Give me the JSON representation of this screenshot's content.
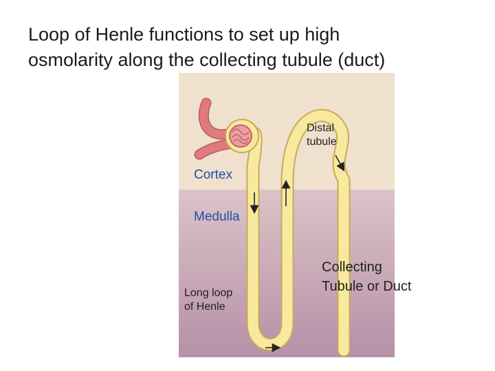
{
  "title": {
    "line1": "Loop of Henle functions to set up high",
    "line2": "osmolarity along the collecting tubule (duct)"
  },
  "labels": {
    "distal_tubule": [
      "Distal",
      "tubule"
    ],
    "cortex": "Cortex",
    "medulla": "Medulla",
    "long_loop": [
      "Long loop",
      "of Henle"
    ],
    "collecting_duct": [
      "Collecting",
      "Tubule or Duct"
    ]
  },
  "colors": {
    "cortex_bg": "#efe1cd",
    "medulla_top": "#dcc3c8",
    "medulla_bottom": "#b690a7",
    "tubule_fill": "#f7ea9e",
    "tubule_outline": "#c9a85a",
    "vessel": "#e07b7d",
    "glomerulus": "#c85e63",
    "label_blue": "#1f4fa8"
  },
  "icons": [
    "flow-arrow"
  ]
}
